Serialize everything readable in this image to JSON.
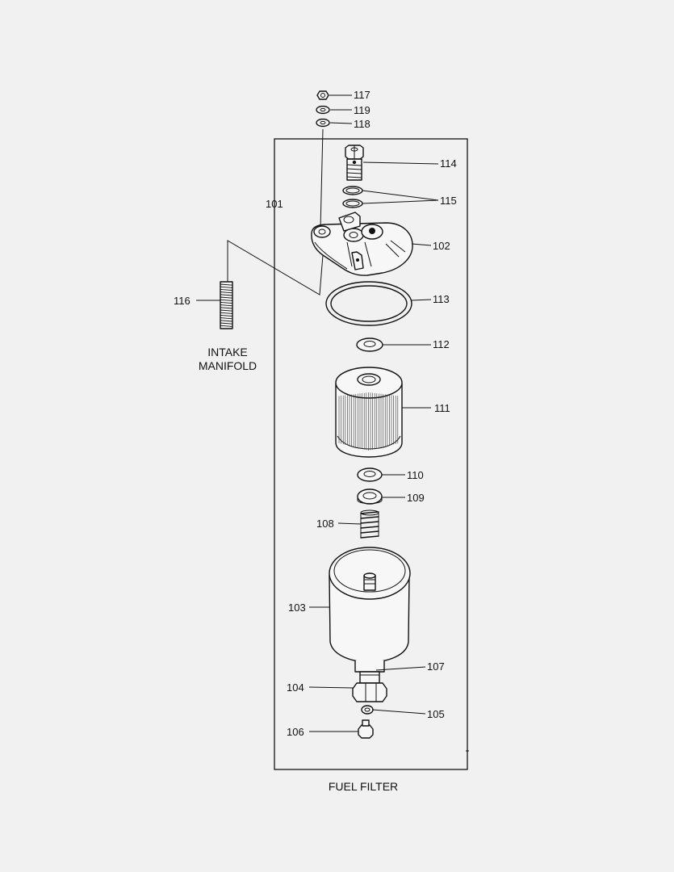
{
  "diagram": {
    "title": "FUEL FILTER",
    "intake_label_line1": "INTAKE",
    "intake_label_line2": "MANIFOLD",
    "parts": {
      "p101": "101",
      "p102": "102",
      "p103": "103",
      "p104": "104",
      "p105": "105",
      "p106": "106",
      "p107": "107",
      "p108": "108",
      "p109": "109",
      "p110": "110",
      "p111": "111",
      "p112": "112",
      "p113": "113",
      "p114": "114",
      "p115": "115",
      "p116": "116",
      "p117": "117",
      "p118": "118",
      "p119": "119"
    }
  }
}
